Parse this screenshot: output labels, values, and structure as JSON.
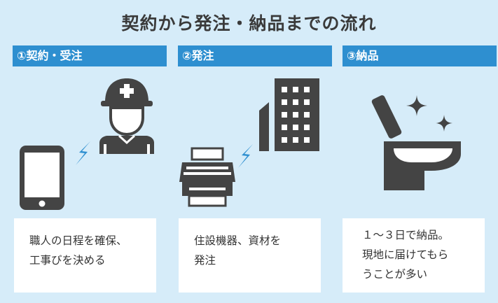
{
  "title": "契約から発注・納品までの流れ",
  "steps": [
    {
      "label": "①契約・受注",
      "text": [
        "職人の日程を確保、",
        "工事びを決める"
      ]
    },
    {
      "label": "②発注",
      "text": [
        "住設機器、資材を",
        "発注"
      ]
    },
    {
      "label": "③納品",
      "text": [
        "１～３日で納品。",
        "現地に届けてもら",
        "うことが多い"
      ]
    }
  ],
  "icons": [
    "smartphone-icon",
    "lightning-icon",
    "construction-worker-icon",
    "fax-machine-icon",
    "office-building-icon",
    "toilet-icon",
    "sparkle-icon"
  ],
  "colors": {
    "background": "#d6ecf9",
    "header": "#2e8fd0",
    "icon": "#444444",
    "bolt": "#2e8fd0"
  }
}
